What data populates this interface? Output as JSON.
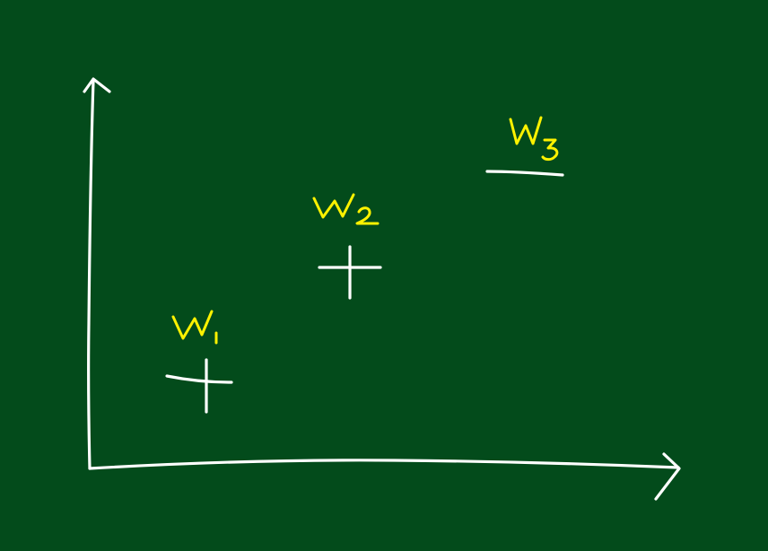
{
  "diagram": {
    "background_color": "#034b1b",
    "chalk_color": "#ffffff",
    "label_color": "#fff200",
    "labels": [
      {
        "id": "w1",
        "base": "W",
        "subscript": "1",
        "text": "W1"
      },
      {
        "id": "w2",
        "base": "W",
        "subscript": "2",
        "text": "W2"
      },
      {
        "id": "w3",
        "base": "W",
        "subscript": "3",
        "text": "W3"
      }
    ],
    "markers": [
      {
        "id": "w1",
        "sign": "+"
      },
      {
        "id": "w2",
        "sign": "+"
      },
      {
        "id": "w3",
        "sign": "-"
      }
    ]
  }
}
